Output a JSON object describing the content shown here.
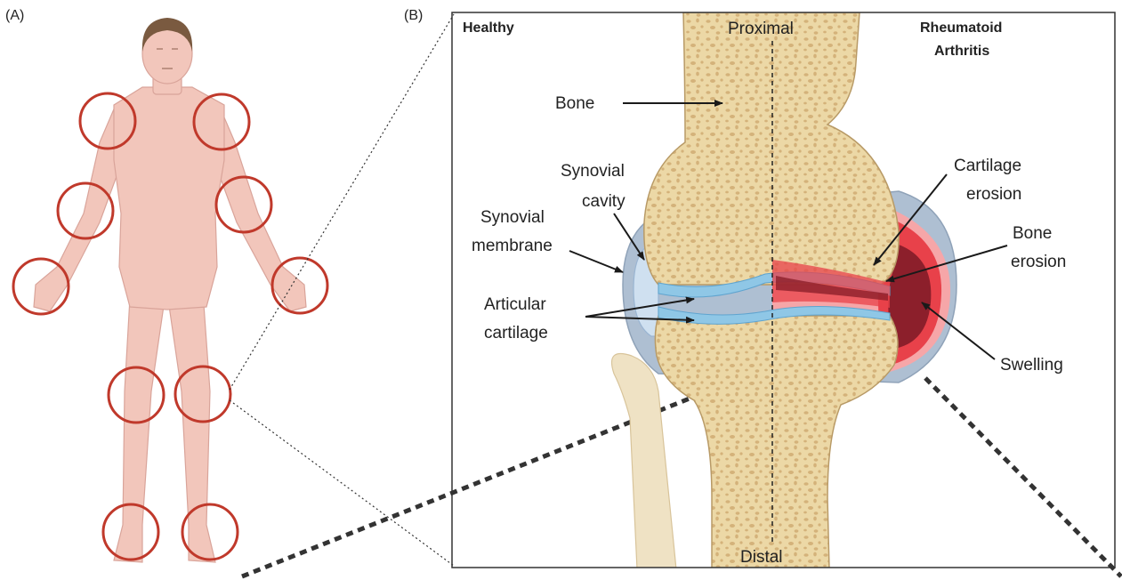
{
  "panels": {
    "a": "(A)",
    "b": "(B)"
  },
  "joint": {
    "healthy": "Healthy",
    "ra_line1": "Rheumatoid",
    "ra_line2": "Arthritis",
    "proximal": "Proximal",
    "distal": "Distal"
  },
  "labels": {
    "bone": "Bone",
    "synovial_cavity_1": "Synovial",
    "synovial_cavity_2": "cavity",
    "synovial_membrane_1": "Synovial",
    "synovial_membrane_2": "membrane",
    "articular_cartilage_1": "Articular",
    "articular_cartilage_2": "cartilage",
    "cartilage_erosion_1": "Cartilage",
    "cartilage_erosion_2": "erosion",
    "bone_erosion_1": "Bone",
    "bone_erosion_2": "erosion",
    "swelling": "Swelling"
  },
  "colors": {
    "skin": "#f2c6bb",
    "skin_edge": "#d9a49a",
    "hair": "#7a5a40",
    "joint_circle": "#c0392b",
    "bone": "#ecd8a6",
    "bone_spot": "#d4b27a",
    "bone_edge": "#b89a66",
    "capsule": "#aebfd2",
    "synovial": "#cfe0f0",
    "cartilage": "#8fc7e6",
    "inflammation": "#e8414a",
    "inflammation_light": "#f6a6a8",
    "erosion_dark": "#8c1f2b",
    "fibula": "#efe2c4"
  }
}
